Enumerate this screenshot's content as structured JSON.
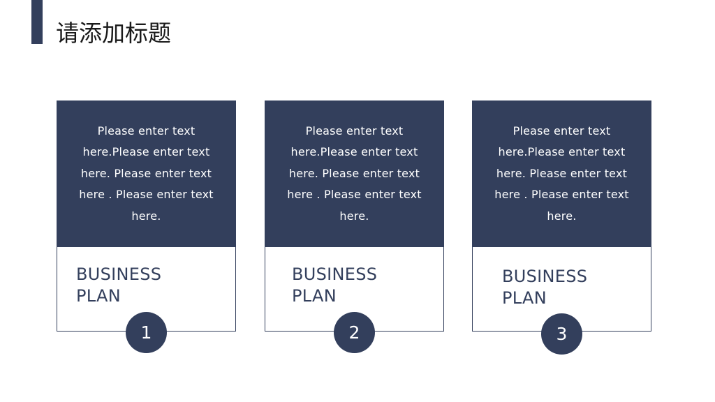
{
  "slide": {
    "title": "请添加标题"
  },
  "cards": [
    {
      "body": "Please enter text here.Please enter text here. Please enter text here . Please enter text here.",
      "heading_line1": "BUSINESS",
      "heading_line2": "PLAN",
      "number": "1"
    },
    {
      "body": "Please enter text here.Please enter text here. Please enter text here . Please enter text here.",
      "heading_line1": "BUSINESS",
      "heading_line2": "PLAN",
      "number": "2"
    },
    {
      "body": "Please enter text here.Please enter text here. Please enter text here . Please enter text here.",
      "heading_line1": "BUSINESS",
      "heading_line2": "PLAN",
      "number": "3"
    }
  ],
  "colors": {
    "accent": "#333F5C",
    "background": "#FFFFFF"
  }
}
